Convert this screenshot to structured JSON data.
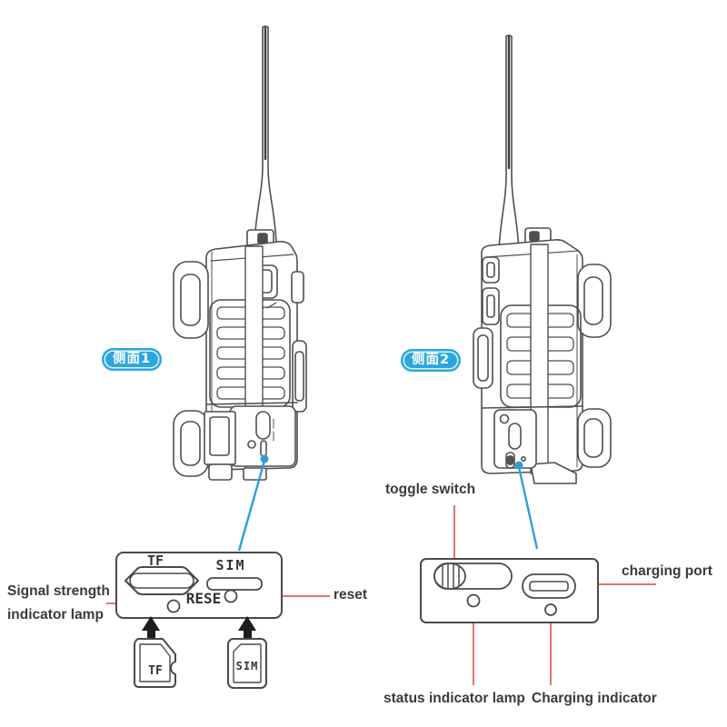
{
  "badges": {
    "side1": "侧面1",
    "side2": "侧面2"
  },
  "panel_left": {
    "tf": "TF",
    "sim": "SIM",
    "reset": "RESE"
  },
  "cards": {
    "tf": "TF",
    "sim": "SIM"
  },
  "annotations": {
    "signal_strength_line1": "Signal strength",
    "signal_strength_line2": "indicator lamp",
    "reset": "reset",
    "toggle_switch": "toggle switch",
    "charging_port": "charging port",
    "status_indicator_lamp": "status indicator lamp",
    "charging_indicator": "Charging indicator"
  },
  "colors": {
    "badge_blue": "#2BA7DF",
    "connector_blue": "#2E9FD4",
    "connector_red": "#E8736B",
    "line_art": "#4f4f4f",
    "arrow_black": "#1d1d1d",
    "label_text": "#3a3a3a"
  }
}
